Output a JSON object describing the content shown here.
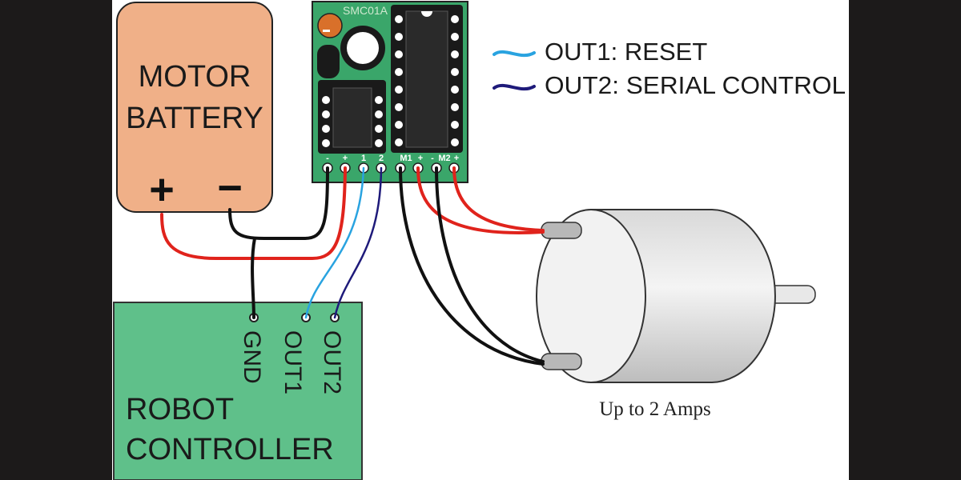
{
  "battery": {
    "label_line1": "MOTOR",
    "label_line2": "BATTERY",
    "plus": "+",
    "minus": "−"
  },
  "board": {
    "name": "SMC01A",
    "pin_labels": [
      "-",
      "+",
      "1",
      "2",
      "M1",
      "+",
      "-",
      "M2",
      "+"
    ]
  },
  "legend": [
    {
      "label": "OUT1: RESET",
      "color": "#29a3e0"
    },
    {
      "label": "OUT2: SERIAL CONTROL",
      "color": "#1e1a7a"
    }
  ],
  "controller": {
    "label_line1": "ROBOT",
    "label_line2": "CONTROLLER",
    "pins": [
      "GND",
      "OUT1",
      "OUT2"
    ]
  },
  "motor": {
    "caption": "Up to 2 Amps"
  },
  "colors": {
    "background": "#1c1a1a",
    "panel": "#ffffff",
    "battery_fill": "#f0b088",
    "board_fill": "#3aa66a",
    "controller_fill": "#5fc08a",
    "wire_red": "#e0231c",
    "wire_black": "#111111"
  }
}
